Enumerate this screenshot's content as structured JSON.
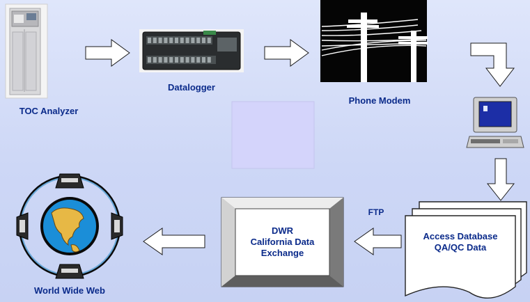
{
  "nodes": {
    "toc_analyzer": "TOC Analyzer",
    "datalogger": "Datalogger",
    "phone_modem": "Phone Modem",
    "access_db": [
      "Access Database",
      "QA/QC Data"
    ],
    "dwr": [
      "DWR",
      "California Data",
      "Exchange"
    ],
    "www": "World Wide Web"
  },
  "edges": {
    "ftp_label": "FTP"
  },
  "colors": {
    "background": "#d6defa",
    "label_text": "#0a2a8a",
    "placeholder_box": "#d4d4fb"
  }
}
